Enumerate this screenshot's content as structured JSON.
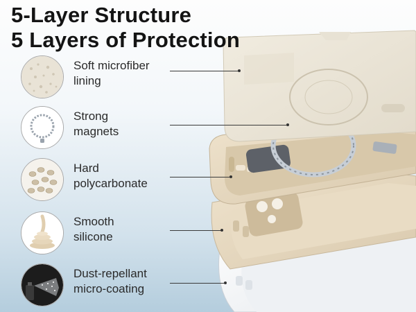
{
  "header": {
    "title_line1": "5-Layer Structure",
    "title_line2": "5 Layers of Protection"
  },
  "layers": [
    {
      "icon": "microfiber-icon",
      "line1": "Soft microfiber",
      "line2": "lining"
    },
    {
      "icon": "magnets-icon",
      "line1": "Strong",
      "line2": "magnets"
    },
    {
      "icon": "polycarbonate-icon",
      "line1": "Hard",
      "line2": "polycarbonate"
    },
    {
      "icon": "silicone-icon",
      "line1": "Smooth",
      "line2": "silicone"
    },
    {
      "icon": "spray-icon",
      "line1": "Dust-repellant",
      "line2": "micro-coating"
    }
  ],
  "colors": {
    "title": "#141414",
    "text": "#2a2a2a",
    "case_beige": "#e5d8c1",
    "microfiber": "#ebe6d9",
    "coating_white": "#f7f8f9",
    "magnet_silver": "#b9c0c8"
  }
}
